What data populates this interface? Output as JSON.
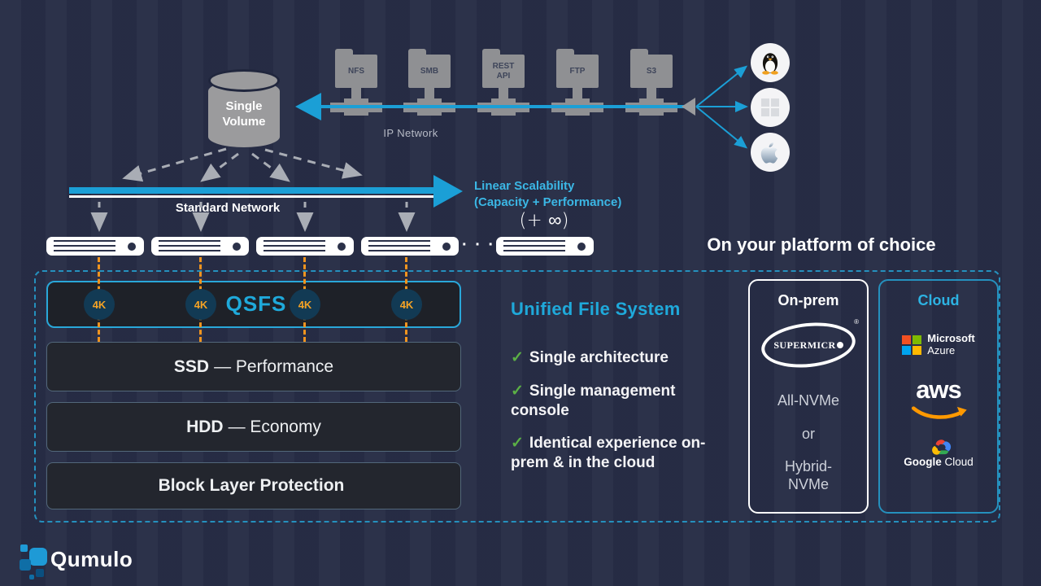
{
  "colors": {
    "background": "#272d46",
    "cyan_accent": "#1b9fd6",
    "cyan_text": "#3bb7e5",
    "orange": "#f0941f",
    "gray": "#9b9b9d",
    "green_check": "#5bb045",
    "panel_dark": "#23262e",
    "badge_bg": "#123a54",
    "aws_orange": "#ff9900",
    "ms_red": "#f25022",
    "ms_green": "#7fba00",
    "ms_blue": "#00a4ef",
    "ms_yellow": "#ffb900"
  },
  "top": {
    "single_volume": "Single Volume",
    "protocols": [
      "NFS",
      "SMB",
      "REST API",
      "FTP",
      "S3"
    ],
    "ip_network_label": "IP Network",
    "os_icons": [
      "linux-tux",
      "windows",
      "apple"
    ]
  },
  "scalability": {
    "standard_network_label": "Standard Network",
    "linear_line1": "Linear Scalability",
    "linear_line2": "(Capacity + Performance)",
    "infinity": "(+ ∞)",
    "dots": "· · ·"
  },
  "stack": {
    "qsfs_label": "QSFS",
    "badge": "4K",
    "layers": [
      {
        "bold": "SSD",
        "rest": "— Performance"
      },
      {
        "bold": "HDD",
        "rest": "— Economy"
      },
      {
        "bold": "Block Layer Protection",
        "rest": ""
      }
    ]
  },
  "unified": {
    "title": "Unified File System",
    "check": "✓",
    "items": [
      "Single architecture",
      "Single management console",
      "Identical experience on-prem & in the cloud"
    ]
  },
  "platform": {
    "title": "On your platform of choice",
    "onprem": {
      "title": "On-prem",
      "logo_text": "SUPERMICR",
      "logo_reg": "®",
      "line1": "All-NVMe",
      "line2": "or",
      "line3": "Hybrid-NVMe"
    },
    "cloud": {
      "title": "Cloud",
      "azure_line1": "Microsoft",
      "azure_line2": "Azure",
      "aws": "aws",
      "google_bold": "Google",
      "google_rest": " Cloud"
    }
  },
  "footer": {
    "brand": "Qumulo"
  }
}
